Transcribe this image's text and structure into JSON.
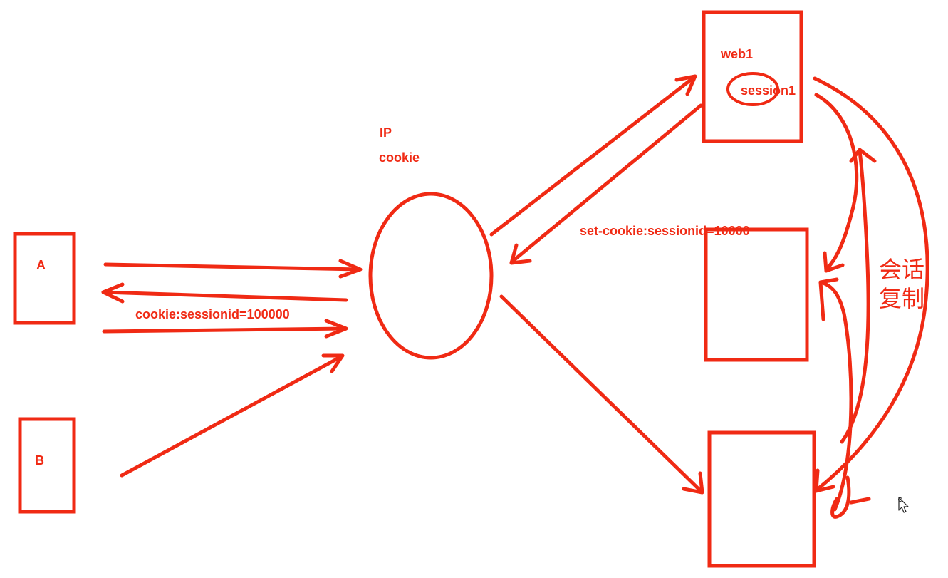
{
  "colors": {
    "ink": "#f02a14",
    "background": "#ffffff"
  },
  "client_a": {
    "label": "A"
  },
  "client_b": {
    "label": "B"
  },
  "balancer": {
    "label_ip": "IP",
    "label_cookie": "cookie"
  },
  "server_web1": {
    "label": "web1",
    "session_label": "session1"
  },
  "request_label": "cookie:sessionid=100000",
  "response_label": "set-cookie:sessionid=10000",
  "replication_label": {
    "line1": "会话",
    "line2": "复制"
  },
  "icons": {
    "cursor": "mouse-pointer-icon"
  }
}
